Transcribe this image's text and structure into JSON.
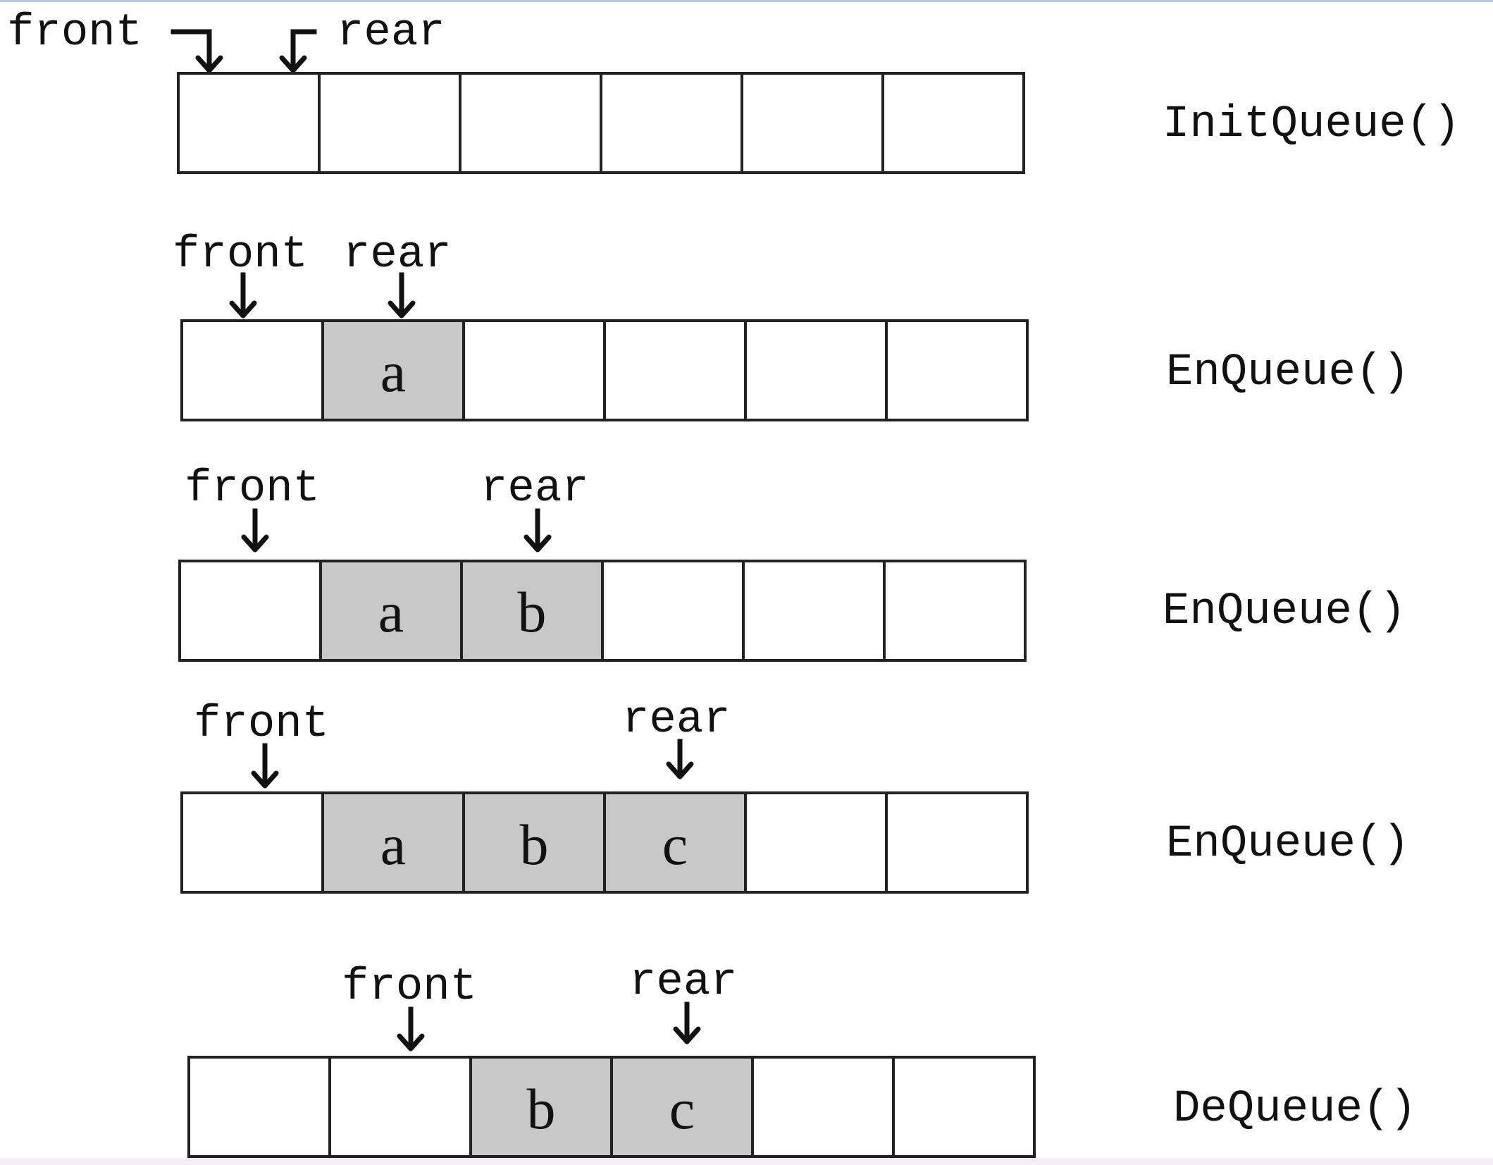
{
  "diagram": {
    "rows": [
      {
        "operation": "InitQueue()",
        "cells": [
          "",
          "",
          "",
          "",
          "",
          ""
        ],
        "front": {
          "label": "front",
          "index": 0
        },
        "rear": {
          "label": "rear",
          "index": 0
        }
      },
      {
        "operation": "EnQueue()",
        "cells": [
          "",
          "a",
          "",
          "",
          "",
          ""
        ],
        "front": {
          "label": "front",
          "index": 0
        },
        "rear": {
          "label": "rear",
          "index": 1
        }
      },
      {
        "operation": "EnQueue()",
        "cells": [
          "",
          "a",
          "b",
          "",
          "",
          ""
        ],
        "front": {
          "label": "front",
          "index": 0
        },
        "rear": {
          "label": "rear",
          "index": 2
        }
      },
      {
        "operation": "EnQueue()",
        "cells": [
          "",
          "a",
          "b",
          "c",
          "",
          ""
        ],
        "front": {
          "label": "front",
          "index": 0
        },
        "rear": {
          "label": "rear",
          "index": 3
        }
      },
      {
        "operation": "DeQueue()",
        "cells": [
          "",
          "",
          "b",
          "c",
          "",
          ""
        ],
        "front": {
          "label": "front",
          "index": 1
        },
        "rear": {
          "label": "rear",
          "index": 3
        }
      }
    ],
    "colors": {
      "filled_cell": "#c8c8c8",
      "empty_cell": "#ffffff",
      "outline": "#222222"
    }
  }
}
